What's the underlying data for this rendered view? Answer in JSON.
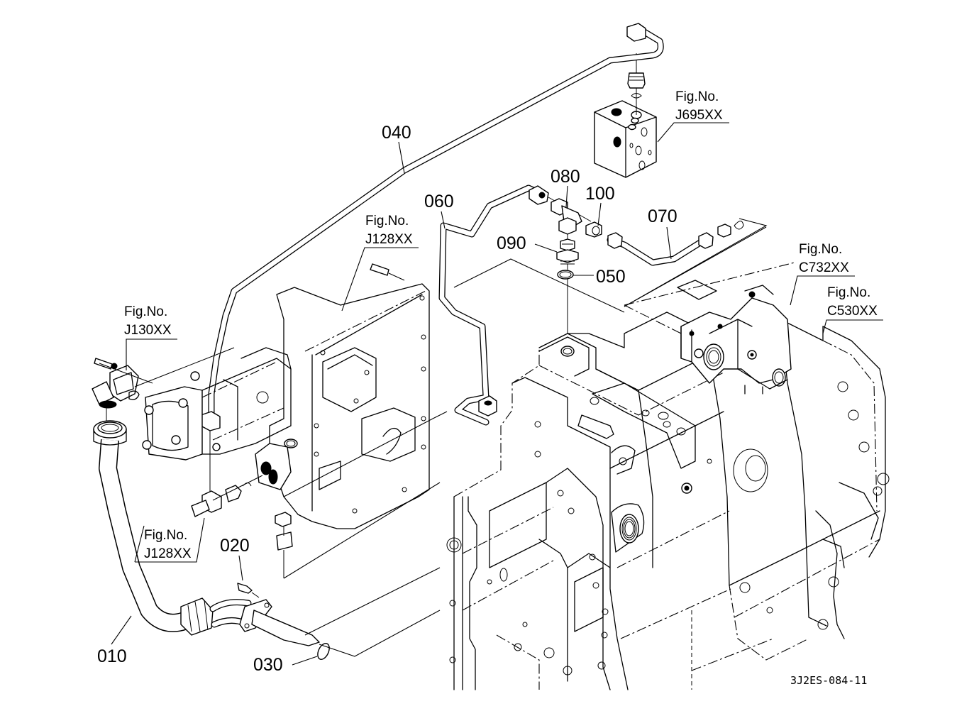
{
  "diagram": {
    "type": "exploded-parts-diagram",
    "drawing_code": "3J2ES-084-11",
    "part_labels": [
      {
        "id": "010",
        "text": "010"
      },
      {
        "id": "020",
        "text": "020"
      },
      {
        "id": "030",
        "text": "030"
      },
      {
        "id": "040",
        "text": "040"
      },
      {
        "id": "050",
        "text": "050"
      },
      {
        "id": "060",
        "text": "060"
      },
      {
        "id": "070",
        "text": "070"
      },
      {
        "id": "080",
        "text": "080"
      },
      {
        "id": "090",
        "text": "090"
      },
      {
        "id": "100",
        "text": "100"
      }
    ],
    "figure_references": [
      {
        "prefix": "Fig.No.",
        "code": "J695XX"
      },
      {
        "prefix": "Fig.No.",
        "code": "J128XX"
      },
      {
        "prefix": "Fig.No.",
        "code": "J130XX"
      },
      {
        "prefix": "Fig.No.",
        "code": "J128XX"
      },
      {
        "prefix": "Fig.No.",
        "code": "C732XX"
      },
      {
        "prefix": "Fig.No.",
        "code": "C530XX"
      }
    ]
  }
}
